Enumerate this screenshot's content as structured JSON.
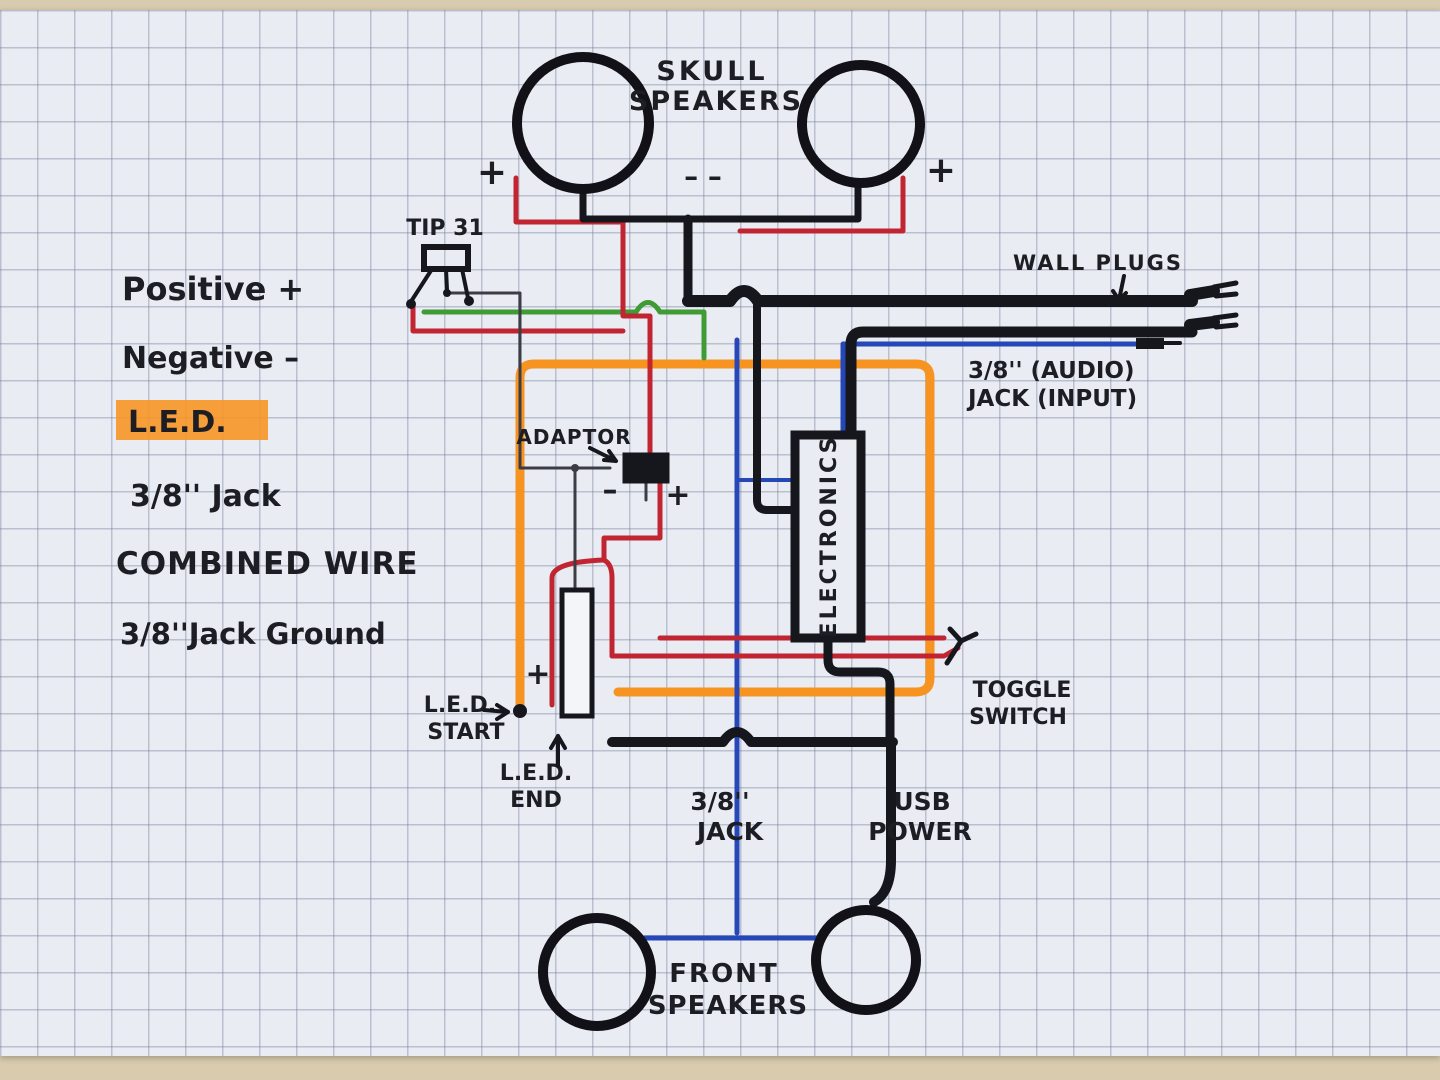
{
  "legend": {
    "positive": "Positive +",
    "negative": "Negative –",
    "led": "L.E.D.",
    "jack": "3/8'' Jack",
    "combined": "COMBINED WIRE",
    "jack_ground": "3/8''Jack Ground"
  },
  "labels": {
    "skull_speakers_1": "SKULL",
    "skull_speakers_2": "SPEAKERS",
    "tip31": "TIP 31",
    "wall_plugs": "WALL PLUGS",
    "audio_jack_1": "3/8'' (AUDIO)",
    "audio_jack_2": "JACK (INPUT)",
    "adaptor": "ADAPTOR",
    "electronics": "ELECTRONICS",
    "toggle_1": "TOGGLE",
    "toggle_2": "SWITCH",
    "led_start_1": "L.E.D.",
    "led_start_2": "START",
    "led_end_1": "L.E.D.",
    "led_end_2": "END",
    "jack_bottom_1": "3/8''",
    "jack_bottom_2": "JACK",
    "usb_1": "USB",
    "usb_2": "POWER",
    "front_speakers_1": "FRONT",
    "front_speakers_2": "SPEAKERS"
  },
  "signs": {
    "plus": "+",
    "minus": "–",
    "double_minus": "– –"
  },
  "colors": {
    "positive_red": "#c02531",
    "negative_black": "#23232b",
    "led_orange": "#f79320",
    "jack_blue": "#2547b8",
    "combined_black": "#16161d",
    "ground_green": "#3f9b34",
    "paper": "#eaecf3",
    "grid": "#6e7896"
  }
}
